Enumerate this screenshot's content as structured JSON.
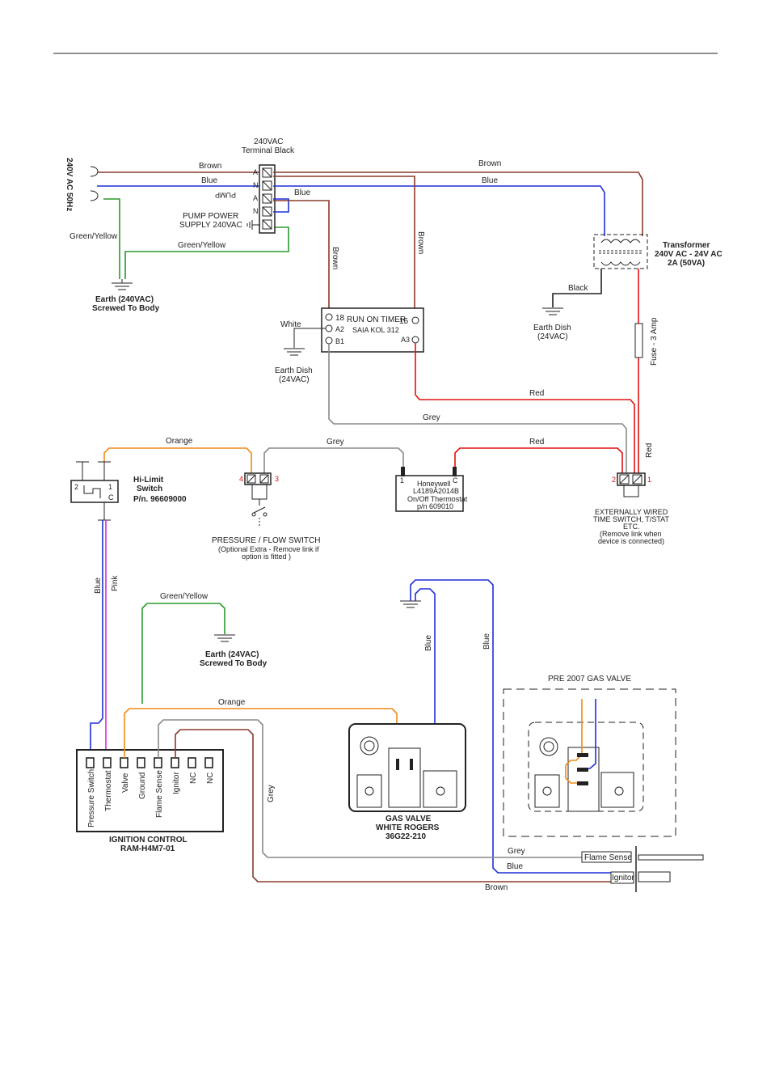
{
  "supply": {
    "mains": "240V AC 50Hz",
    "terminal_block": [
      "240VAC",
      "Terminal Black"
    ],
    "pump_power": [
      "PUMP POWER",
      "SUPPLY 240VAC"
    ],
    "earth_240": [
      "Earth (240VAC)",
      "Screwed To Body"
    ],
    "pin_a": "A",
    "pin_n": "N",
    "pump_symbol": "PUMP"
  },
  "wires": {
    "brown": "Brown",
    "blue": "Blue",
    "green_yellow": "Green/Yellow",
    "white": "White",
    "black": "Black",
    "red": "Red",
    "grey": "Grey",
    "orange": "Orange",
    "pink": "Pink"
  },
  "fuse": "Fuse - 3 Amp",
  "transformer": {
    "title": "Transformer",
    "rating": "240V AC - 24V AC",
    "va": "2A (50VA)"
  },
  "earth_dish_tr": [
    "Earth Dish",
    "(24VAC)"
  ],
  "timer": {
    "title": "RUN ON TIMER",
    "model": "SAIA KOL 312",
    "t18": "18",
    "ta2": "A2",
    "tb1": "B1",
    "t15": "15",
    "ta3": "A3"
  },
  "earth_dish_timer": [
    "Earth Dish",
    "(24VAC)"
  ],
  "hilimit": {
    "title": [
      "Hi-Limit",
      "Switch",
      "P/n. 96609000"
    ],
    "pin2": "2",
    "pin1": "1",
    "pinc": "C"
  },
  "pressure_switch": {
    "title": "PRESSURE / FLOW SWITCH",
    "note": [
      "(Optional Extra - Remove link if",
      "option is fitted )"
    ],
    "pin4": "4",
    "pin3": "3"
  },
  "thermostat": {
    "lines": [
      "Honeywell",
      "L4189A2014B",
      "On/Off Thermostat",
      "p/n 609010"
    ],
    "pin1": "1",
    "pinc": "C"
  },
  "external": {
    "lines": [
      "EXTERNALLY WIRED",
      "TIME SWITCH, T/STAT",
      "ETC.",
      "(Remove link when",
      "device is connected)"
    ],
    "pin2": "2",
    "pin1": "1"
  },
  "earth_24": [
    "Earth (24VAC)",
    "Screwed To Body"
  ],
  "ignition": {
    "terminals": [
      "Pressure Switch",
      "Thermostat",
      "Valve",
      "Ground",
      "Flame Sense",
      "Ignitor",
      "NC",
      "NC"
    ],
    "title": [
      "IGNITION CONTROL",
      "RAM-H4M7-01"
    ]
  },
  "gas_valve": {
    "title": [
      "GAS VALVE",
      "WHITE ROGERS",
      "36G22-210"
    ]
  },
  "pre2007": "PRE 2007 GAS VALVE",
  "probes": {
    "flame": "Flame Sense",
    "ignitor": "Ignitor"
  }
}
